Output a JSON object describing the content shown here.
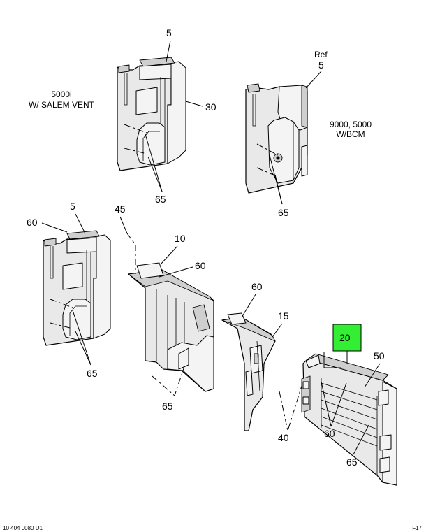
{
  "callouts": {
    "c5_top": "5",
    "c30": "30",
    "c65_a": "65",
    "ref": "Ref",
    "c5_ref": "5",
    "c65_b": "65",
    "c5_left": "5",
    "c60_a": "60",
    "c65_c": "65",
    "c45": "45",
    "c10": "10",
    "c60_b": "60",
    "c65_d": "65",
    "c60_c": "60",
    "c15": "15",
    "c20": "20",
    "c50": "50",
    "c40": "40",
    "c60_d": "60",
    "c65_e": "65"
  },
  "notes": {
    "variant_a_line1": "5000i",
    "variant_a_line2": "W/ SALEM VENT",
    "variant_b_line1": "9000, 5000",
    "variant_b_line2": "W/BCM"
  },
  "highlight": {
    "callout": "20",
    "color": "#33ee33"
  },
  "footer": {
    "left": "10 404 0080 D1",
    "right": "F17"
  }
}
